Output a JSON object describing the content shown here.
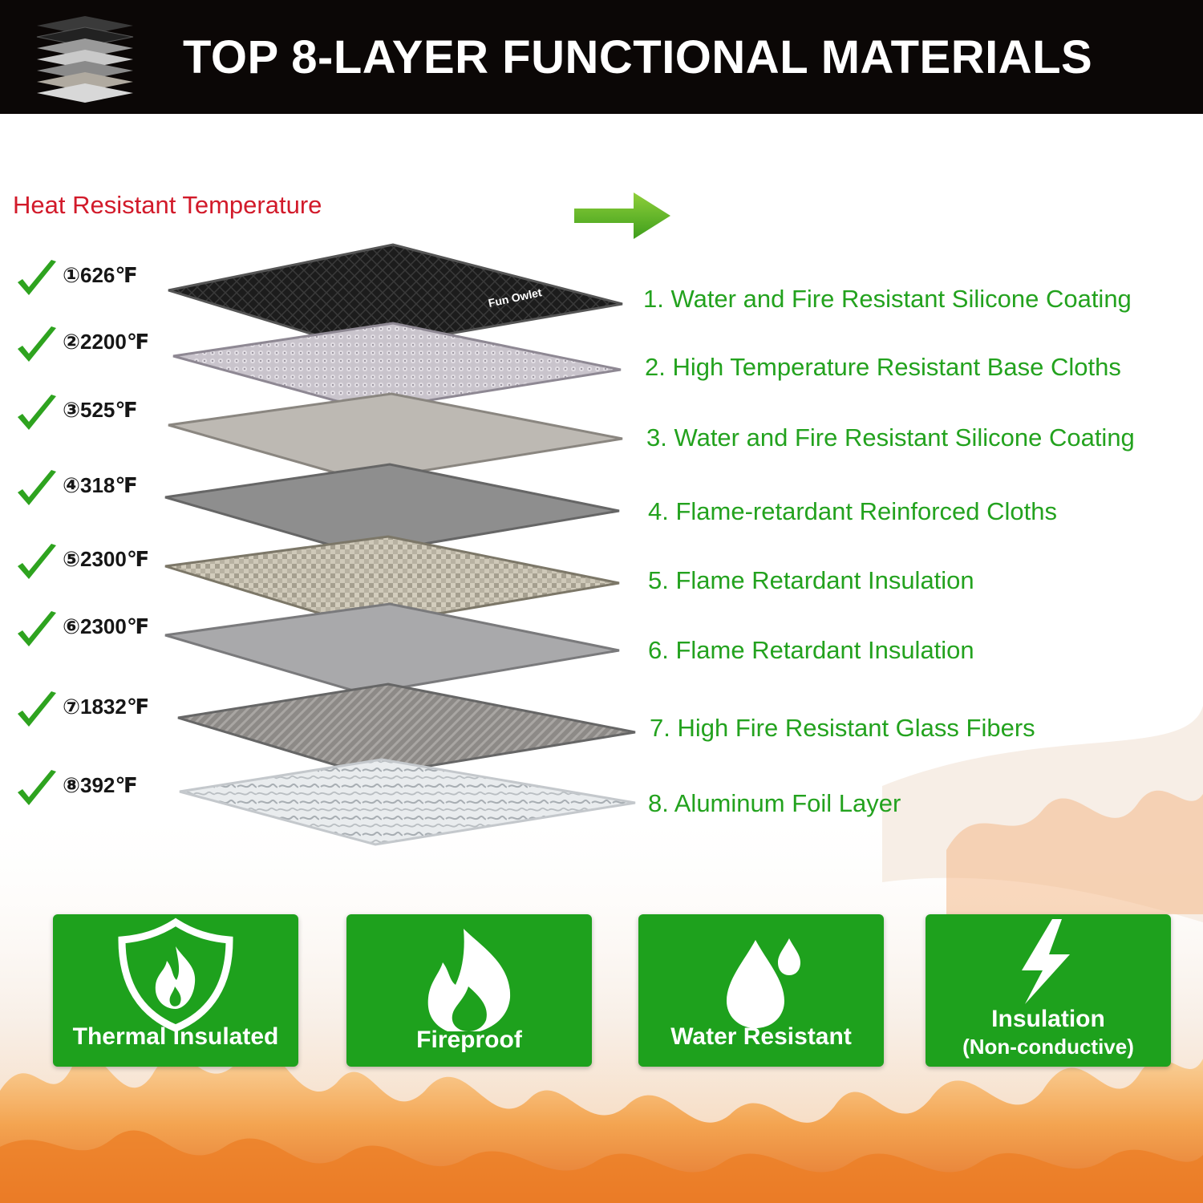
{
  "header": {
    "title": "TOP 8-LAYER FUNCTIONAL MATERIALS",
    "icon": "layer-stack-icon"
  },
  "heat_title": "Heat Resistant Temperature",
  "arrow_icon": "right-arrow-icon",
  "temperatures": [
    {
      "label": "①626℉"
    },
    {
      "label": "②2200℉"
    },
    {
      "label": "③525℉"
    },
    {
      "label": "④318℉"
    },
    {
      "label": "⑤2300℉"
    },
    {
      "label": "⑥2300℉"
    },
    {
      "label": "⑦1832℉"
    },
    {
      "label": "⑧392℉"
    }
  ],
  "brand_mark": "Fun Owlet",
  "layers": [
    {
      "label": "1. Water and Fire Resistant Silicone Coating"
    },
    {
      "label": "2. High Temperature Resistant Base Cloths"
    },
    {
      "label": "3. Water and Fire Resistant Silicone Coating"
    },
    {
      "label": "4. Flame-retardant Reinforced Cloths"
    },
    {
      "label": "5. Flame Retardant Insulation"
    },
    {
      "label": "6. Flame Retardant Insulation"
    },
    {
      "label": "7. High Fire Resistant Glass Fibers"
    },
    {
      "label": "8. Aluminum Foil Layer"
    }
  ],
  "features": [
    {
      "label": "Thermal Insulated",
      "icon": "shield-flame-icon"
    },
    {
      "label": "Fireproof",
      "icon": "flame-icon"
    },
    {
      "label": "Water Resistant",
      "icon": "water-drops-icon"
    },
    {
      "label": "Insulation",
      "sub": "(Non-conductive)",
      "icon": "lightning-bolt-icon"
    }
  ],
  "colors": {
    "accent_green": "#23a21e",
    "card_green": "#1ea11d",
    "heat_title_red": "#d21a2a",
    "header_bg": "#0b0706",
    "fire_orange": "#f08a2a"
  }
}
